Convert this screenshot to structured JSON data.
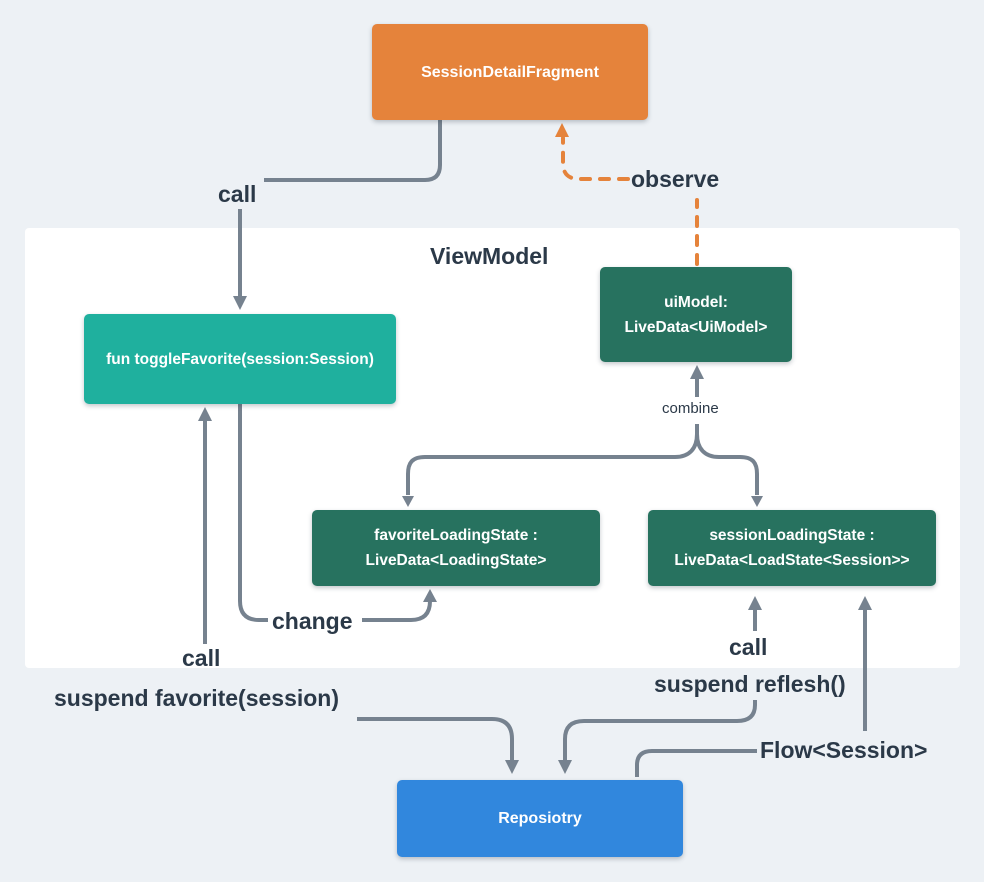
{
  "diagram": {
    "container_title": "ViewModel",
    "nodes": {
      "fragment": {
        "label": "SessionDetailFragment",
        "color": "#E5833B"
      },
      "toggle_favorite": {
        "label": "fun toggleFavorite(session:Session)",
        "color": "#1FB09E"
      },
      "ui_model": {
        "line1": "uiModel:",
        "line2": "LiveData<UiModel>",
        "color": "#27725F"
      },
      "favorite_loading_state": {
        "line1": "favoriteLoadingState :",
        "line2": "LiveData<LoadingState>",
        "color": "#27725F"
      },
      "session_loading_state": {
        "line1": "sessionLoadingState :",
        "line2": "LiveData<LoadState<Session>>",
        "color": "#27725F"
      },
      "repository": {
        "label": "Reposiotry",
        "color": "#3187DD"
      }
    },
    "edge_labels": {
      "call_top": "call",
      "observe": "observe",
      "combine": "combine",
      "change": "change",
      "call_bottom_left": "call",
      "suspend_favorite": "suspend favorite(session)",
      "call_bottom_right": "call",
      "suspend_reflesh": "suspend reflesh()",
      "flow_session": "Flow<Session>"
    },
    "colors": {
      "background": "#EDF1F5",
      "panel": "#FFFFFF",
      "line_gray": "#76828F",
      "label_text": "#2B3948",
      "observe_dashed": "#E5833B"
    }
  }
}
